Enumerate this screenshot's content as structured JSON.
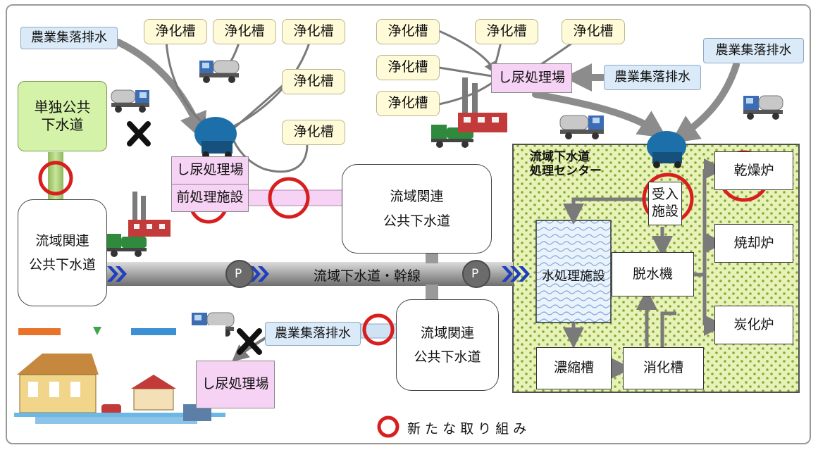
{
  "boxes": {
    "nogyo_top_left": "農業集落排水",
    "nogyo_top_right": "農業集落排水",
    "nogyo_mid_right": "農業集落排水",
    "nogyo_bottom": "農業集落排水",
    "jyoka_l1": "浄化槽",
    "jyoka_l2": "浄化槽",
    "jyoka_l3": "浄化槽",
    "jyoka_l4": "浄化槽",
    "jyoka_l5": "浄化槽",
    "jyoka_r1": "浄化槽",
    "jyoka_r2": "浄化槽",
    "jyoka_r3": "浄化槽",
    "jyoka_r4": "浄化槽",
    "jyoka_r5": "浄化槽",
    "tandoku": "単独公共\n下水道",
    "shinyo_left": "し尿処理場",
    "maeshori": "前処理施設",
    "shinyo_top_right": "し尿処理場",
    "shinyo_bottom": "し尿処理場",
    "kanren_left": "流域関連\n公共下水道",
    "kanren_center": "流域関連\n公共下水道",
    "kanren_bottom": "流域関連\n公共下水道",
    "ukeire": "受入\n施設",
    "kansou": "乾燥炉",
    "shoukyaku": "焼却炉",
    "tanka": "炭化炉",
    "dassui": "脱水機",
    "mizushori": "水処理施設",
    "noushuku": "濃縮槽",
    "shouka": "消化槽"
  },
  "plant_title": "流域下水道\n処理センター",
  "trunk_label": "流域下水道・幹線",
  "pump_label": "P",
  "legend_label": "新 た な 取 り 組 み",
  "colors": {
    "highlight_circle": "#d81e1e",
    "plant_green": "#e6f0b4",
    "pipe_gray": "#a8a8a8",
    "arrow_gray": "#8c8c8c",
    "chevron_blue": "#1f3fbf"
  },
  "icons": [
    "truck-icon",
    "vacuum-truck-icon",
    "factory-icon",
    "cross-icon",
    "pump-icon",
    "house-illustration-icon"
  ]
}
